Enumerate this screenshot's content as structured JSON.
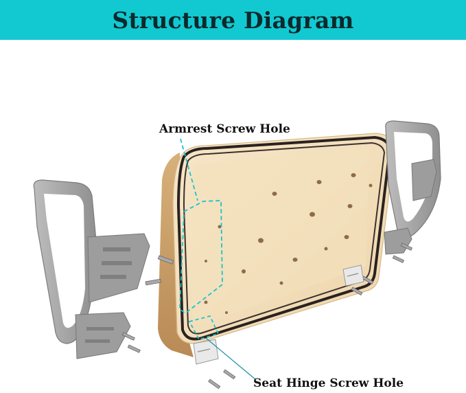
{
  "title": "Structure Diagram",
  "labels": {
    "armrest_screw_hole": "Armrest Screw Hole",
    "seat_hinge_screw_hole": "Seat Hinge Screw Hole"
  },
  "colors": {
    "banner": "#12c9d2",
    "cushion": "#f1dcb8",
    "cushion_edge": "#c9a06c",
    "gasket": "#2a2220",
    "armrest": "#a8a8a8",
    "callout": "#18c4cf"
  },
  "icons": [
    "left-armrest-bracket",
    "right-armrest-bracket",
    "seat-cushion",
    "hinge-bracket",
    "screw"
  ]
}
